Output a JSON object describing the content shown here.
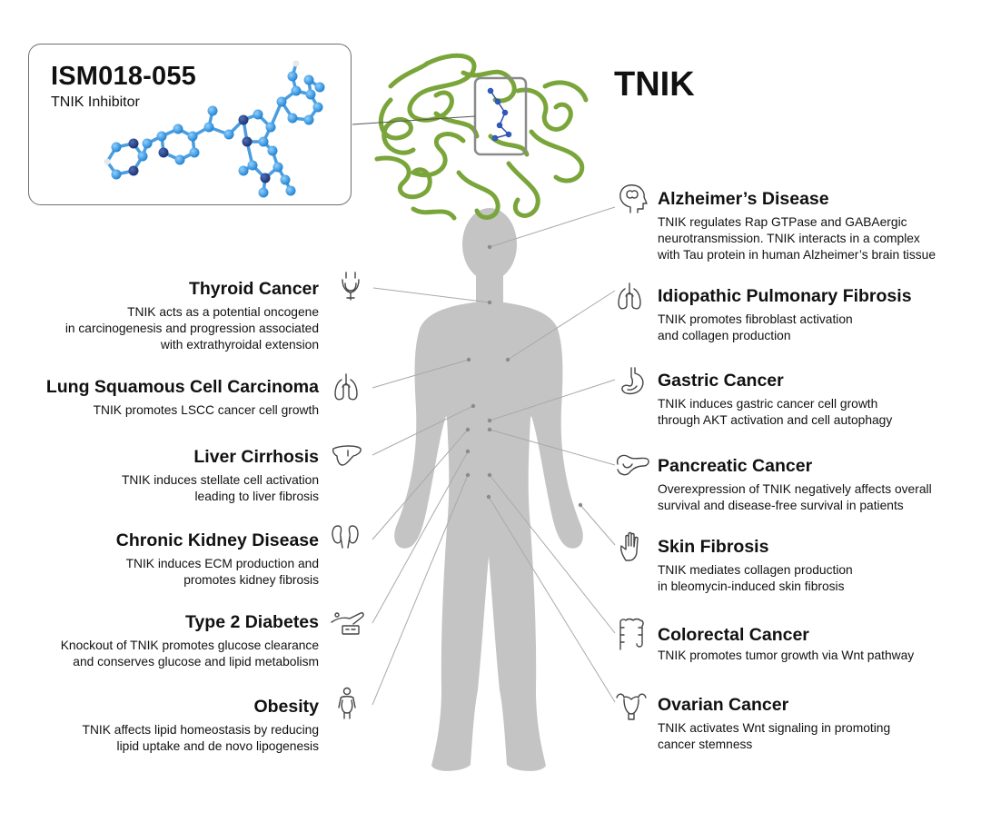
{
  "molecule": {
    "name": "ISM018-055",
    "subtitle": "TNIK Inhibitor"
  },
  "protein": {
    "name": "TNIK"
  },
  "colors": {
    "body": "#c4c4c4",
    "protein": "#7aa53a",
    "molecule": "#3399e0",
    "connector": "#a9a9a9",
    "text": "#111111"
  },
  "diseases_left": [
    {
      "title": "Thyroid Cancer",
      "icon": "thyroid-icon",
      "lines": [
        "TNIK acts as a potential oncogene",
        "in carcinogenesis and progression associated",
        "with extrathyroidal extension"
      ]
    },
    {
      "title": "Lung Squamous Cell Carcinoma",
      "icon": "lungs-icon",
      "lines": [
        "TNIK promotes LSCC cancer cell growth"
      ]
    },
    {
      "title": "Liver Cirrhosis",
      "icon": "liver-icon",
      "lines": [
        "TNIK induces stellate cell activation",
        "leading to liver fibrosis"
      ]
    },
    {
      "title": "Chronic Kidney Disease",
      "icon": "kidneys-icon",
      "lines": [
        "TNIK induces ECM production and",
        "promotes kidney fibrosis"
      ]
    },
    {
      "title": "Type 2 Diabetes",
      "icon": "glucose-meter-icon",
      "lines": [
        "Knockout of TNIK promotes glucose clearance",
        "and conserves glucose and lipid metabolism"
      ]
    },
    {
      "title": "Obesity",
      "icon": "person-icon",
      "lines": [
        "TNIK affects lipid homeostasis by reducing",
        "lipid uptake and de novo lipogenesis"
      ]
    }
  ],
  "diseases_right": [
    {
      "title": "Alzheimer’s Disease",
      "icon": "brain-head-icon",
      "lines": [
        "TNIK regulates Rap GTPase and GABAergic",
        "neurotransmission. TNIK interacts in a complex",
        "with Tau protein in human Alzheimer’s brain tissue"
      ]
    },
    {
      "title": "Idiopathic Pulmonary Fibrosis",
      "icon": "lungs-icon",
      "lines": [
        "TNIK promotes fibroblast activation",
        "and collagen production"
      ]
    },
    {
      "title": "Gastric Cancer",
      "icon": "stomach-icon",
      "lines": [
        "TNIK induces gastric cancer cell growth",
        "through AKT activation and cell autophagy"
      ]
    },
    {
      "title": "Pancreatic Cancer",
      "icon": "pancreas-icon",
      "lines": [
        "Overexpression of TNIK negatively affects overall",
        "survival and disease-free survival in patients"
      ]
    },
    {
      "title": "Skin Fibrosis",
      "icon": "hand-icon",
      "lines": [
        "TNIK mediates collagen production",
        "in bleomycin-induced skin fibrosis"
      ]
    },
    {
      "title": "Colorectal Cancer",
      "icon": "intestine-icon",
      "lines": [
        "TNIK promotes tumor growth via Wnt pathway"
      ]
    },
    {
      "title": "Ovarian Cancer",
      "icon": "uterus-icon",
      "lines": [
        "TNIK activates Wnt signaling in promoting",
        "cancer stemness"
      ]
    }
  ]
}
